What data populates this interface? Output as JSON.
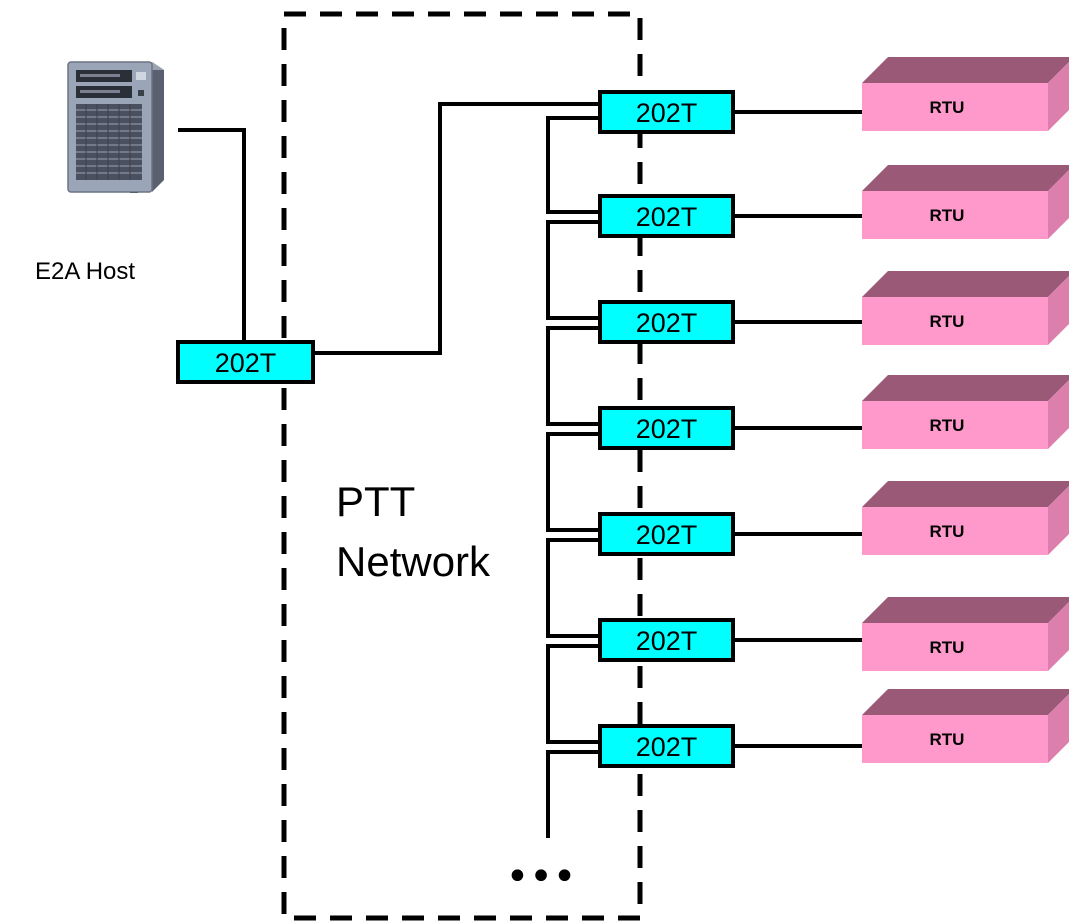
{
  "host": {
    "label": "E2A Host",
    "icon": "server-tower-icon"
  },
  "host_modem": {
    "label": "202T"
  },
  "network": {
    "line1": "PTT",
    "line2": "Network"
  },
  "nodes": [
    {
      "modem": "202T",
      "rtu": "RTU"
    },
    {
      "modem": "202T",
      "rtu": "RTU"
    },
    {
      "modem": "202T",
      "rtu": "RTU"
    },
    {
      "modem": "202T",
      "rtu": "RTU"
    },
    {
      "modem": "202T",
      "rtu": "RTU"
    },
    {
      "modem": "202T",
      "rtu": "RTU"
    },
    {
      "modem": "202T",
      "rtu": "RTU"
    }
  ],
  "continuation": "•••",
  "colors": {
    "modem_fill": "#00FFFF",
    "rtu_front": "#FF99CC",
    "rtu_top": "#995977",
    "rtu_side": "#DD7FAC",
    "line": "#000000"
  }
}
